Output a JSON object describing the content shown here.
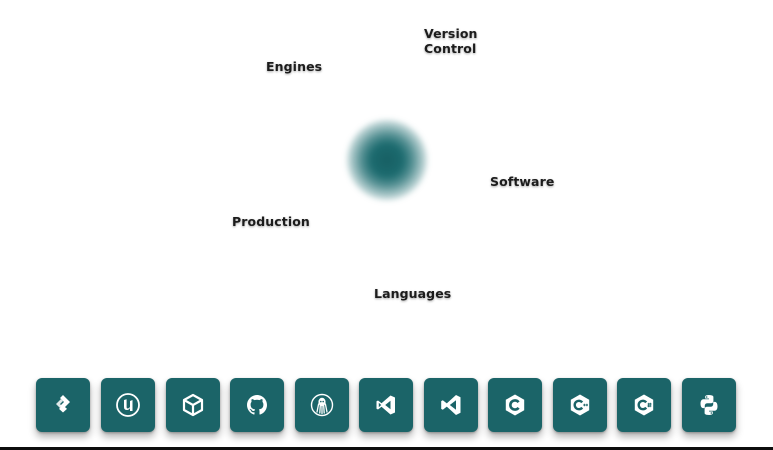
{
  "hub": {
    "categories": {
      "version_control": "Version Control",
      "engines": "Engines",
      "software": "Software",
      "production": "Production",
      "languages": "Languages"
    }
  },
  "dock": {
    "tiles": [
      {
        "icon": "jira-icon"
      },
      {
        "icon": "unreal-engine-icon"
      },
      {
        "icon": "unity-icon"
      },
      {
        "icon": "github-icon"
      },
      {
        "icon": "gitkraken-icon"
      },
      {
        "icon": "visual-studio-icon"
      },
      {
        "icon": "vscode-icon"
      },
      {
        "icon": "c-language-icon"
      },
      {
        "icon": "cpp-language-icon"
      },
      {
        "icon": "csharp-language-icon"
      },
      {
        "icon": "python-icon"
      }
    ]
  },
  "colors": {
    "accent": "#1b6468",
    "orb": "#1c6b6f",
    "background": "#ffffff",
    "label": "#1c1c1c"
  }
}
